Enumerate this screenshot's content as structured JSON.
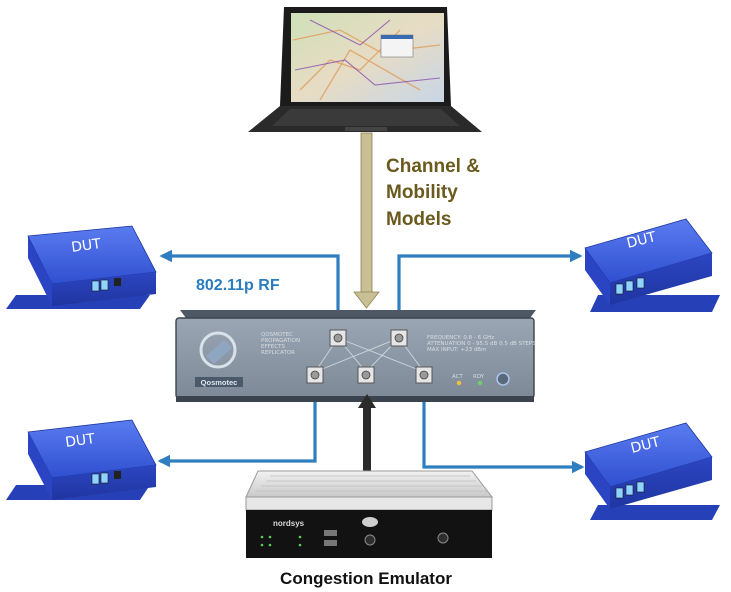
{
  "labels": {
    "channel_line1": "Channel &",
    "channel_line2": "Mobility",
    "channel_line3": "Models",
    "rf": "802.11p RF",
    "congestion": "Congestion Emulator"
  },
  "devices": {
    "dut": "DUT",
    "brand": "Qosmotec",
    "replicator_desc": [
      "QOSMOTEC",
      "PROPAGATION",
      "EFFECTS",
      "REPLICATOR"
    ],
    "specs": [
      "FREQUENCY: 0.8 - 6 GHz",
      "ATTENUATION 0 - 95.5 dB 0.5 dB STEPS",
      "MAX INPUT: +23 dBm"
    ],
    "led_act": "ACT",
    "led_rdy": "RDY",
    "emulator_brand": "nordsys"
  },
  "colors": {
    "rf_blue": "#2f7fc0",
    "label_gold": "#6a5a1e",
    "label_blue": "#2a7cc0",
    "dut_blue": "#3558d9",
    "channel_arrow": "#c8bf94"
  }
}
